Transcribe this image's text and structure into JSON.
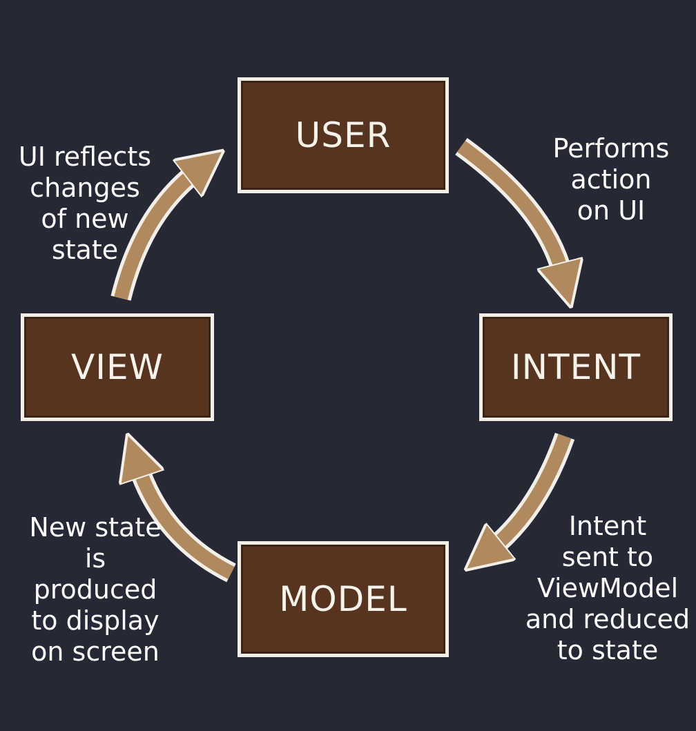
{
  "colors": {
    "background": "#262836",
    "box_fill": "#57341f",
    "box_border": "#f2efe9",
    "arrow_fill": "#b08a5e",
    "arrow_outline": "#f2efe9",
    "text": "#ffffff"
  },
  "nodes": {
    "user": "USER",
    "intent": "INTENT",
    "model": "MODEL",
    "view": "VIEW"
  },
  "captions": {
    "user_to_intent": [
      "Performs",
      "action",
      "on UI"
    ],
    "intent_to_model": [
      "Intent",
      "sent to",
      "ViewModel",
      "and reduced",
      "to state"
    ],
    "model_to_view": [
      "New state",
      "is",
      "produced",
      "to display",
      "on screen"
    ],
    "view_to_user": [
      "UI reflects",
      "changes",
      "of new",
      "state"
    ]
  }
}
